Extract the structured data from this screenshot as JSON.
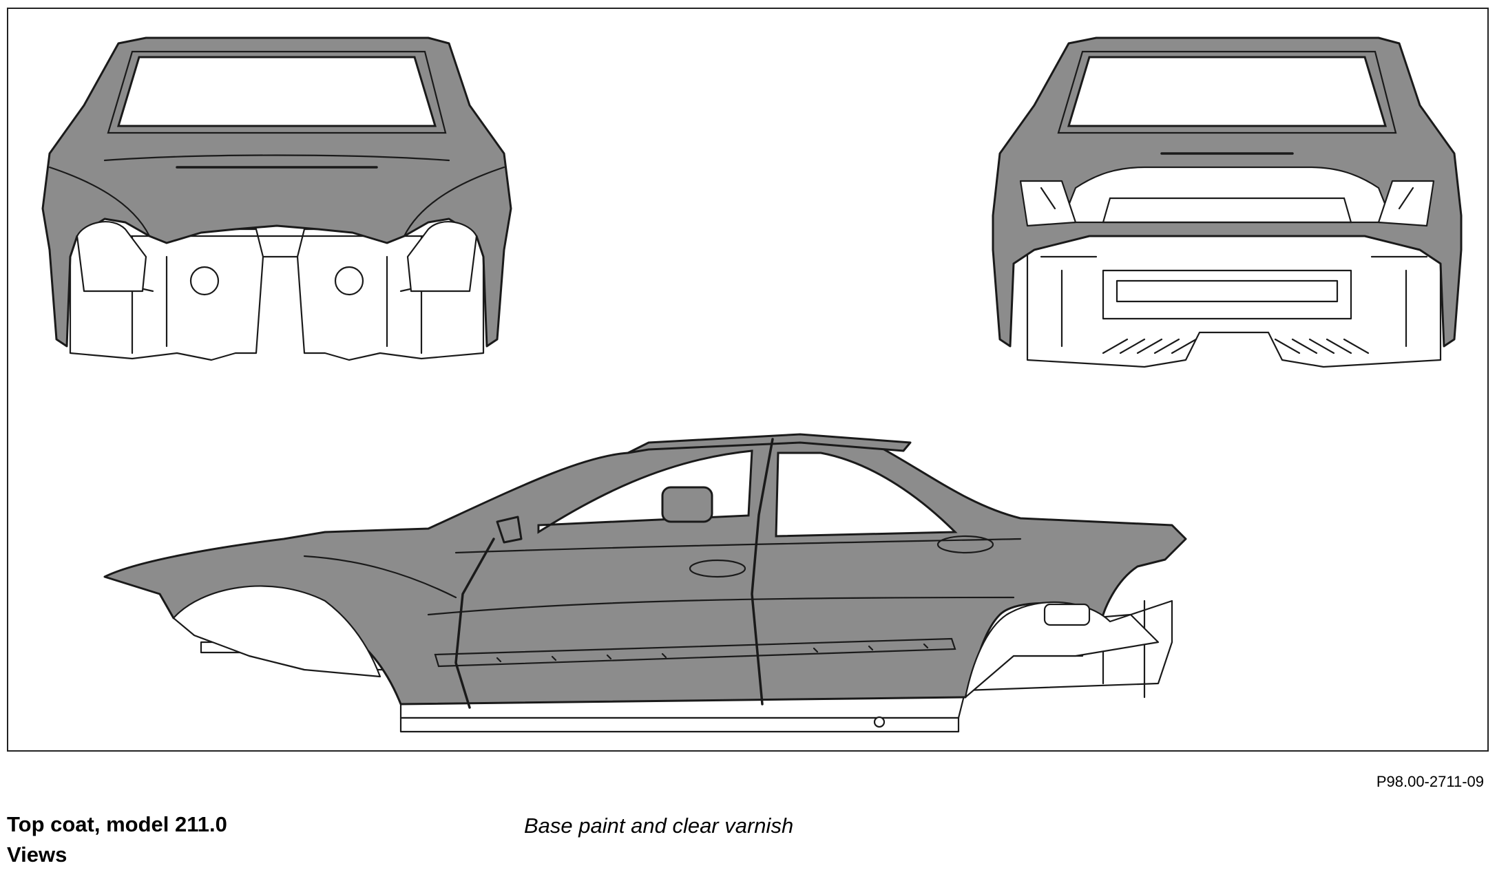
{
  "figure": {
    "reference_code": "P98.00-2711-09",
    "views": [
      {
        "id": "front",
        "name": "front-view"
      },
      {
        "id": "rear",
        "name": "rear-view"
      },
      {
        "id": "side",
        "name": "side-view"
      }
    ],
    "paint_color": "#8c8c8c",
    "frame_color": "#ffffff",
    "line_color": "#1a1a1a"
  },
  "caption": {
    "title": "Top coat, model 211.0",
    "title_line2": "Views",
    "description": "Base paint and clear varnish"
  }
}
